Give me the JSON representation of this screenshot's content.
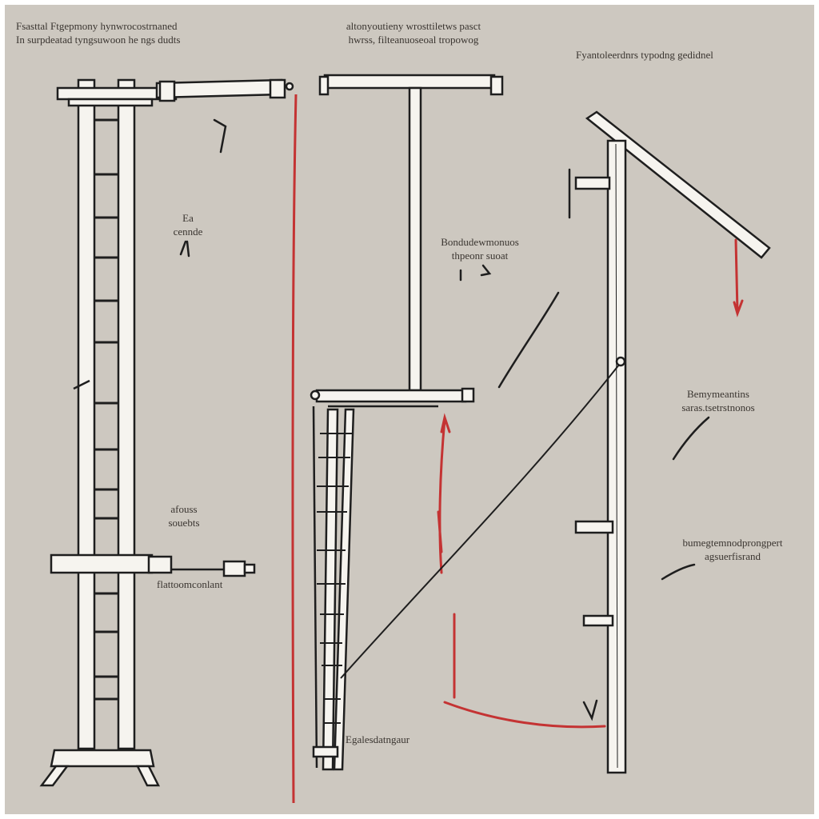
{
  "labels": {
    "top_left": "Fsasttal Ftgepmony hynwrocostrnaned\nIn surpdeatad tyngsuwoon he ngs dudts",
    "top_center": "altonyoutieny wrosttiletws pasct\nhwrss, filteanuoseoal tropowog",
    "top_right": "Fyantoleerdnrs typodng gedidnel",
    "left_mid": "Ea\ncennde",
    "center_mid": "Bondudewmonuos\nthpeonr suoat",
    "right_mid": "Bemymeantins\nsaras.tsetrstnonos",
    "left_lower": "afouss\nsouebts",
    "left_clamp": "flattoomconlant",
    "right_lower": "bumegtemnodprongpert\nagsuerfisrand",
    "center_bottom": "Egalesdatngaur"
  },
  "colors": {
    "background": "#cdc8c0",
    "line": "#1e1e1e",
    "wood": "#f6f4ef",
    "accent_red": "#c43333"
  }
}
